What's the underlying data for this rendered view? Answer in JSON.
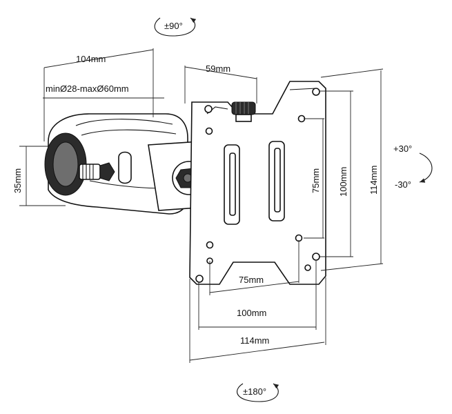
{
  "colors": {
    "ink": "#111111",
    "background": "#ffffff",
    "shade": "#2b2b2b"
  },
  "labels": {
    "swivel": "±90°",
    "arm_length": "104mm",
    "clamp_range": "minØ28-maxØ60mm",
    "plate_offset": "59mm",
    "tilt_up": "+30°",
    "tilt_down": "-30°",
    "clamp_height": "35mm",
    "vesa75_v": "75mm",
    "vesa100_v": "100mm",
    "plate_height": "114mm",
    "vesa75_h": "75mm",
    "vesa100_h": "100mm",
    "plate_width": "114mm",
    "rotation": "±180°"
  },
  "icons": {
    "swivel": "rotate-arrows-icon",
    "tilt": "tilt-arc-icon",
    "rotation": "rotate-arrows-icon"
  }
}
